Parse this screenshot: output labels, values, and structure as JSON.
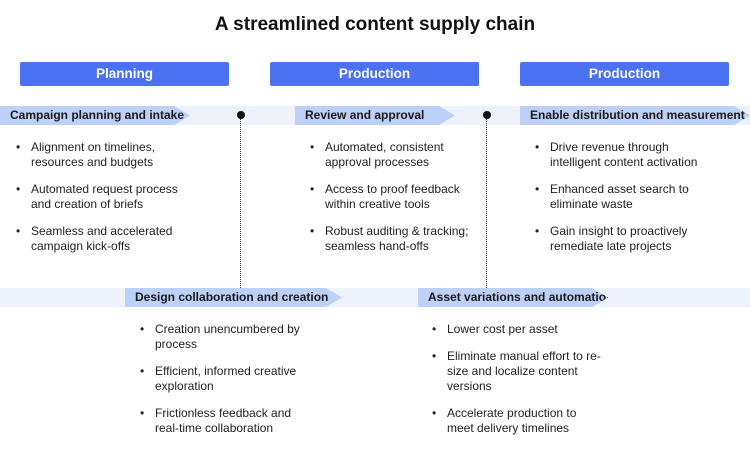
{
  "title": "A streamlined content supply chain",
  "headers": [
    "Planning",
    "Production",
    "Production"
  ],
  "top_stages": [
    {
      "label": "Campaign planning and intake",
      "bullets": [
        "Alignment on timelines, resources and budgets",
        "Automated request process and creation of briefs",
        "Seamless and accelerated campaign kick-offs"
      ]
    },
    {
      "label": "Review and approval",
      "bullets": [
        "Automated, consistent approval processes",
        "Access to proof feedback within creative tools",
        "Robust auditing & tracking; seamless hand-offs"
      ]
    },
    {
      "label": "Enable distribution and measurement",
      "bullets": [
        "Drive revenue through intelligent content activation",
        "Enhanced asset search to eliminate waste",
        "Gain insight to proactively remediate late projects"
      ]
    }
  ],
  "bottom_stages": [
    {
      "label": "Design collaboration and creation",
      "bullets": [
        "Creation unencumbered by process",
        "Efficient, informed creative exploration",
        "Frictionless feedback and real-time collaboration"
      ]
    },
    {
      "label": "Asset variations and automation",
      "bullets": [
        "Lower cost per asset",
        "Eliminate manual effort to re-size and localize content versions",
        "Accelerate production to meet delivery timelines"
      ]
    }
  ],
  "colors": {
    "header": "#4a72f2",
    "arrow": "#bdd0f7",
    "band": "#eef3fb"
  }
}
